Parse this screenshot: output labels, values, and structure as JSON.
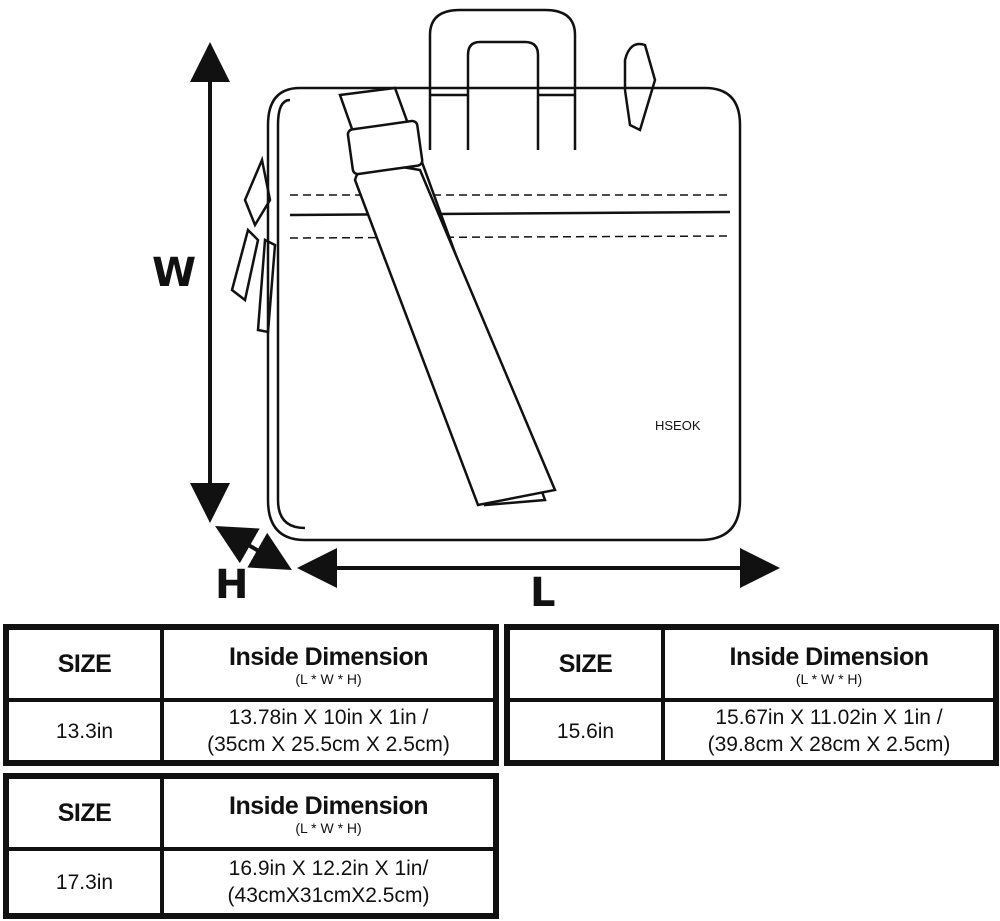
{
  "diagram": {
    "labels": {
      "width": "W",
      "height": "H",
      "length": "L"
    },
    "brand": "HSEOK"
  },
  "tables": [
    {
      "size_header": "SIZE",
      "dim_header": "Inside Dimension",
      "dim_sub": "(L * W * H)",
      "size": "13.3in",
      "dim_line1": "13.78in X 10in X 1in /",
      "dim_line2": "(35cm X 25.5cm X 2.5cm)"
    },
    {
      "size_header": "SIZE",
      "dim_header": "Inside Dimension",
      "dim_sub": "(L * W * H)",
      "size": "15.6in",
      "dim_line1": "15.67in X 11.02in X 1in /",
      "dim_line2": "(39.8cm X 28cm X 2.5cm)"
    },
    {
      "size_header": "SIZE",
      "dim_header": "Inside Dimension",
      "dim_sub": "(L * W * H)",
      "size": "17.3in",
      "dim_line1": "16.9in X 12.2in X 1in/",
      "dim_line2": "(43cmX31cmX2.5cm)"
    }
  ]
}
